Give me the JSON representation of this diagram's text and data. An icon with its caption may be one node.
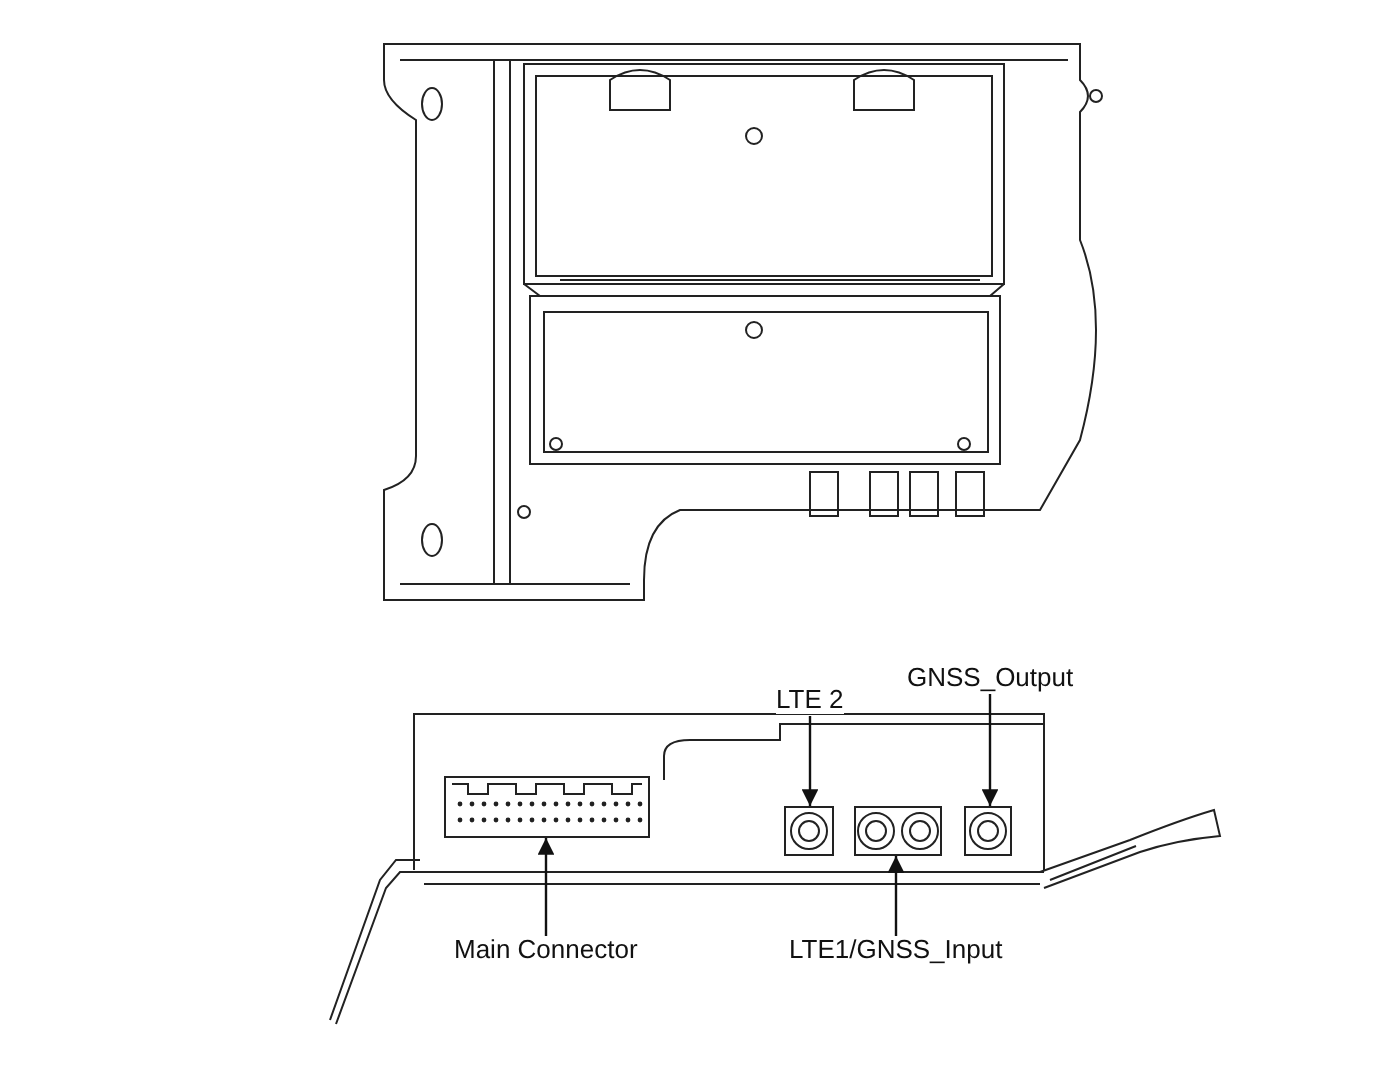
{
  "diagram": {
    "nodes": [
      {
        "text": [
          "LTE 2"
        ]
      },
      {
        "text": [
          "GNSS_Output"
        ]
      },
      {
        "text": [
          "Main Connector"
        ]
      },
      {
        "text": [
          "LTE1/GNSS_Input"
        ]
      },
      {
        "text": [],
        "shape": "box"
      },
      {
        "text": [],
        "shape": "box"
      },
      {
        "text": [],
        "shape": "box"
      },
      {
        "text": [],
        "shape": "box"
      }
    ],
    "edges": [
      {
        "from": 0,
        "to": 4,
        "arrow": "to"
      },
      {
        "from": 1,
        "to": 5,
        "arrow": "to"
      },
      {
        "from": 2,
        "to": 6,
        "arrow": "to"
      },
      {
        "from": 3,
        "to": 7,
        "arrow": "to"
      }
    ]
  }
}
